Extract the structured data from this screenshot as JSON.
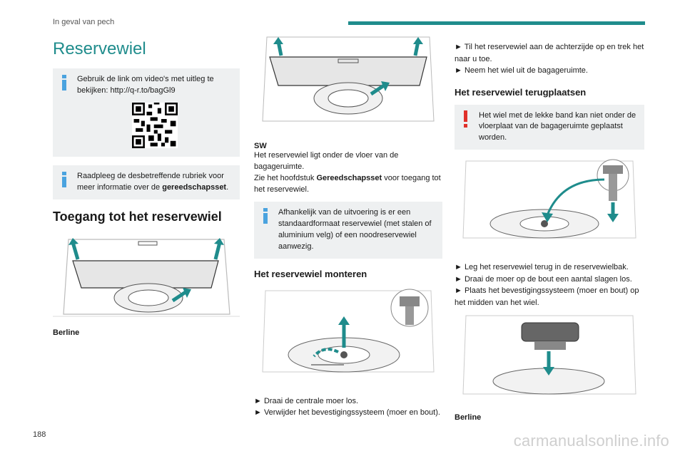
{
  "header": {
    "section": "In geval van pech"
  },
  "page_number": "188",
  "watermark": "carmanualsonline.info",
  "col1": {
    "title": "Reservewiel",
    "note1": "Gebruik de link om video's met uitleg te bekijken: http://q-r.to/bagGl9",
    "note2_prefix": "Raadpleeg de desbetreffende rubriek voor meer informatie over de ",
    "note2_bold": "gereedschapsset",
    "note2_suffix": ".",
    "heading": "Toegang tot het reservewiel",
    "caption": "Berline"
  },
  "col2": {
    "sw_label": "SW",
    "sw_text": "Het reservewiel ligt onder de vloer van de bagageruimte.",
    "toolkit_prefix": "Zie het hoofdstuk ",
    "toolkit_bold": "Gereedschapsset",
    "toolkit_suffix": " voor toegang tot het reservewiel.",
    "note": "Afhankelijk van de uitvoering is er een standaardformaat reservewiel (met stalen of aluminium velg) of een noodreservewiel aanwezig.",
    "heading": "Het reservewiel monteren",
    "step1": "► Draai de centrale moer los.",
    "step2": "► Verwijder het bevestigingssysteem (moer en bout)."
  },
  "col3": {
    "step1": "► Til het reservewiel aan de achterzijde op en trek het naar u toe.",
    "step2": "► Neem het wiel uit de bagageruimte.",
    "heading": "Het reservewiel terugplaatsen",
    "warning": "Het wiel met de lekke band kan niet onder de vloerplaat van de bagageruimte geplaatst worden.",
    "step3": "► Leg het reservewiel terug in de reservewielbak.",
    "step4": "► Draai de moer op de bout een aantal slagen los.",
    "step5": "► Plaats het bevestigingssysteem (moer en bout) op het midden van het wiel.",
    "caption": "Berline"
  },
  "colors": {
    "accent": "#1f8c8c",
    "info": "#4aa3df",
    "warning": "#e0302a",
    "note_bg": "#eef0f1"
  }
}
